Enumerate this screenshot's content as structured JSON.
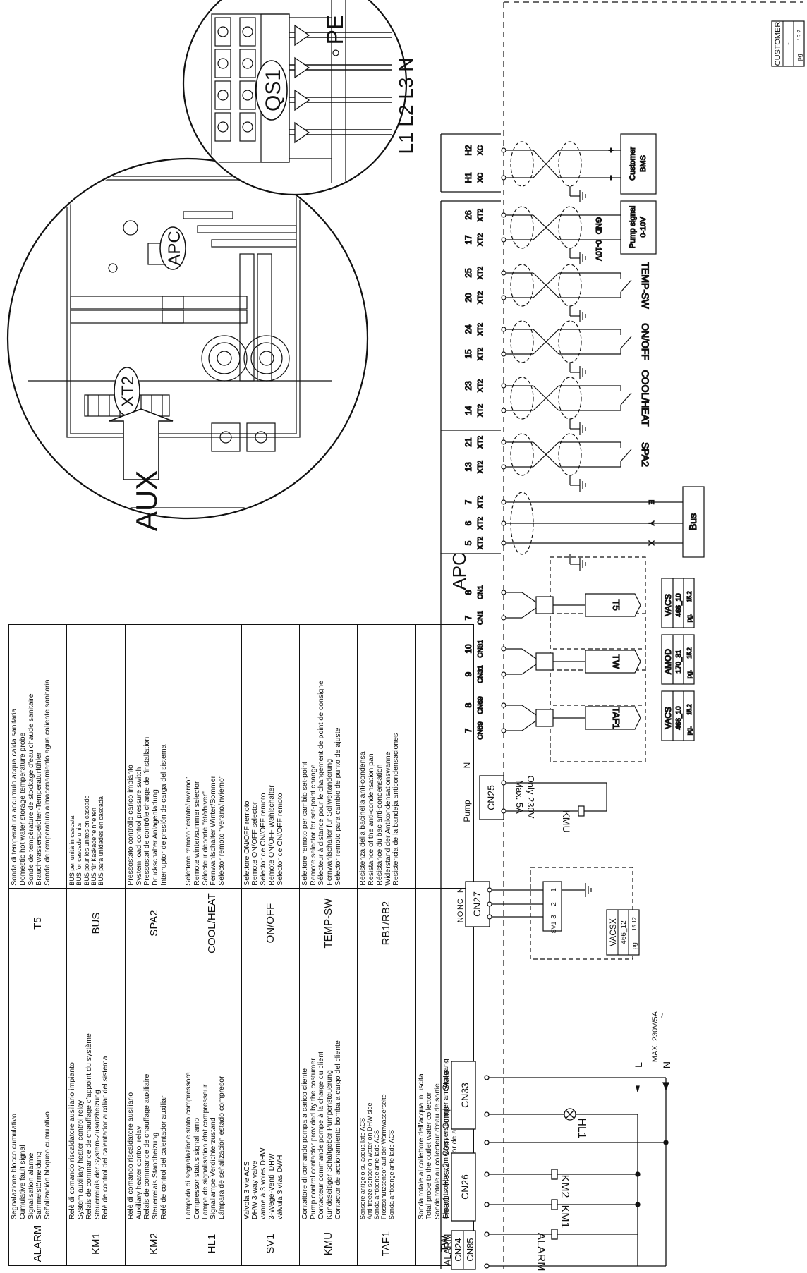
{
  "legend": {
    "left_column": [
      {
        "code": "ALARM",
        "lines": [
          "Segnalazione blocco cumulativo",
          "Cumulative fault signal",
          "Signalisation alarme",
          "Sammelstörmeldung",
          "Señalización bloqueo cumulativo"
        ]
      },
      {
        "code": "KM1",
        "lines": [
          "Relè di comando riscaldatore ausiliario impianto",
          "System auxiliary heater control relay",
          "Relais de commande de chauffage d'appoint du système",
          "Steuerrelais der System-Zusatzheizung",
          "Relé de control del calentador auxiliar del sistema"
        ]
      },
      {
        "code": "KM2",
        "lines": [
          "Relè di comando riscaldatore ausiliario",
          "Auxiliary heater control relay",
          "Relais de commande de chauffage auxiliaire",
          "Steuerrelais Standheizung",
          "Relé de control del calentador auxiliar"
        ]
      },
      {
        "code": "HL1",
        "lines": [
          "Lampada di segnalazione stato compressore",
          "Compressor status signal lamp",
          "Lampe de signalisation état compresseur",
          "Signallampe Verdichterzustand",
          "Lámpara de señalización estado compresor"
        ]
      },
      {
        "code": "SV1",
        "lines": [
          "Valvola 3 vie ACS",
          "DHW 3-way valve",
          "vanne à 3 voies DHW",
          "3-Wege-Ventil DHW",
          "válvula 3 vías DWH"
        ]
      },
      {
        "code": "KMU",
        "lines": [
          "Contattore di comando pompa a carico cliente",
          "Pump control contactor provided by the costumer",
          "Contacteur commande pompe à la charge du client",
          "Kundeseitiger Schaltgeber Pumpensteuerung",
          "Contactor de accionamiento bomba a cargo del cliente"
        ]
      },
      {
        "code": "TAF1",
        "small": true,
        "lines": [
          "Sensore antigelo su acqua lato ACS",
          "Anti-freeze sensor on water on DHW side",
          "Sonda anticongelante lado ACS",
          "Frostschutzsensor auf der Warmwasserseite",
          "Sonda anticongelante lado ACS"
        ]
      },
      {
        "code": "TW",
        "lines": [
          "Sonda totale al collettore dell'acqua in uscita",
          "Total probe to the outlet water collector",
          "Sonde totale au collecteur d'eau de sortie",
          "Gesamtsonde zum Wassersammler am Ausgang",
          "Sonda total al colector de agua de salida"
        ]
      }
    ],
    "right_column": [
      {
        "code": "T5",
        "lines": [
          "Sonda di temperatura accumulo acqua calda sanitaria",
          "Domestic hot water storage temperature probe",
          "Sonde de température de stockage d'eau chaude sanitaire",
          "Brauchwasserspeicher-Temperaturfühler",
          "Sonda de temperatura almacenamiento agua caliente sanitaria"
        ]
      },
      {
        "code": "BUS",
        "small": true,
        "lines": [
          "BUS per unità in cascata",
          "BUS for cascade units",
          "BUS pour les unités en cascade",
          "BUS für Kaskadeneinheiten",
          "BUS para unidades en cascada"
        ]
      },
      {
        "code": "SPA2",
        "lines": [
          "Pressostato controllo carico impianto",
          "System load control pressure switch",
          "Pressostat de contrôle charge de l'installation",
          "Druckschalter Anlagenladung",
          "Interruptor de presión de carga del sistema"
        ]
      },
      {
        "code": "COOL/HEAT",
        "lines": [
          "Selettore remoto \"estate/inverno\"",
          "Remote winter/summer selector",
          "Sélecteur déporté \"été/hiver\"",
          "Fernwahlschalter Winter/Sommer",
          "Selector remoto \"verano/invierno\""
        ]
      },
      {
        "code": "ON/OFF",
        "lines": [
          "Selettore ON/OFF remoto",
          "Remote ON/OFF selector",
          "Selector de ON/OFF remoto",
          "Remote ON/OFF Wahlschalter",
          "Selector de ON/OFF remoto"
        ]
      },
      {
        "code": "TEMP-SW",
        "lines": [
          "Selettore remoto per cambio set-point",
          "Remote selector for set-point change",
          "Sélecteur à distance pour le changement de point de consigne",
          "Fernwahlschalter für Sollwertänderung",
          "Selector remoto para cambio de punto de ajuste"
        ]
      },
      {
        "code": "RB1/RB2",
        "lines": [
          "Resistenza della bacinella anti-condensa",
          "Resistance of the anti-condensation pan",
          "Résistance du bac anti-condensation",
          "Widerstand der Antikondensationswanne",
          "Resistencia de la bandeja anticondensaciones"
        ]
      },
      {
        "code": "",
        "lines": [
          "",
          "",
          "",
          "",
          ""
        ]
      }
    ]
  },
  "detail_view": {
    "aux_label": "AUX",
    "xt2_label": "XT2",
    "apc_label": "APC",
    "qs1_label": "QS1",
    "pe_label": "PE",
    "phases_label": "L1 L2 L3 N"
  },
  "schematic": {
    "apc_label": "APC",
    "customer_label": "CUSTOMER",
    "customer_dash": "-",
    "customer_pg": "pg.",
    "customer_pg_num": "15.2",
    "terminals": {
      "cn24": "CN24",
      "cn85": "CN85",
      "alarm": "ALARM",
      "cn26": "CN26",
      "heat1": "Heat1",
      "heat2": "Heat2",
      "com": "Com",
      "cn33": "CN33",
      "comp": "Comp",
      "state": "State",
      "cn27": "CN27",
      "no": "NO",
      "nc": "NC",
      "n": "N",
      "cn25": "CN25",
      "pump": "Pump"
    },
    "relays": {
      "alarm": "ALARM",
      "km1": "KM1",
      "km2": "KM2",
      "hl1": "HL1",
      "kmu": "KMU",
      "only": "Only 230V",
      "max": "Max. 5A"
    },
    "supply": {
      "l": "L",
      "n": "N",
      "max": "MAX. 230V/5A"
    },
    "sv1": {
      "p1": "1",
      "p2": "2",
      "p3": "3",
      "name": "SV1",
      "box": "VACSX",
      "num": "466_12",
      "pg": "pg.",
      "pgnum": "15.12"
    },
    "probes": [
      {
        "name": "TAF1",
        "pins": [
          "7",
          "8"
        ],
        "cn": "CN69",
        "box": "VACS",
        "num": "466_10",
        "pg": "pg.",
        "pgnum": "15.2"
      },
      {
        "name": "TW",
        "pins": [
          "9",
          "10"
        ],
        "cn": "CN31",
        "box": "AMOD",
        "num": "170_31",
        "pg": "pg.",
        "pgnum": "15.2"
      },
      {
        "name": "T5",
        "pins": [
          "7",
          "8"
        ],
        "cn": "CN1",
        "box": "VACS",
        "num": "466_10",
        "pg": "pg.",
        "pgnum": "15.2"
      }
    ],
    "bus": {
      "pins": [
        "5",
        "6",
        "7"
      ],
      "xt": "XT2",
      "label": "Bus",
      "x": "X",
      "y": "Y",
      "e": "E"
    },
    "switches": [
      {
        "name": "SPA2",
        "pins": [
          "13",
          "21"
        ],
        "xt": "XT2"
      },
      {
        "name": "COOL/HEAT",
        "pins": [
          "14",
          "23"
        ],
        "xt": "XT2"
      },
      {
        "name": "ON/OFF",
        "pins": [
          "15",
          "24"
        ],
        "xt": "XT2"
      },
      {
        "name": "TEMP-SW",
        "pins": [
          "20",
          "25"
        ],
        "xt": "XT2"
      }
    ],
    "pump_signal": {
      "pins": [
        "17",
        "26"
      ],
      "xt": "XT2",
      "title": "Pump signal",
      "range": "0-10V",
      "gnd": "GND",
      "sig": "0-10V"
    },
    "bms": {
      "pins": [
        "H1",
        "H2"
      ],
      "xc": "XC",
      "title": "Customer",
      "sub": "BMS",
      "plus": "+",
      "minus": "−"
    }
  }
}
